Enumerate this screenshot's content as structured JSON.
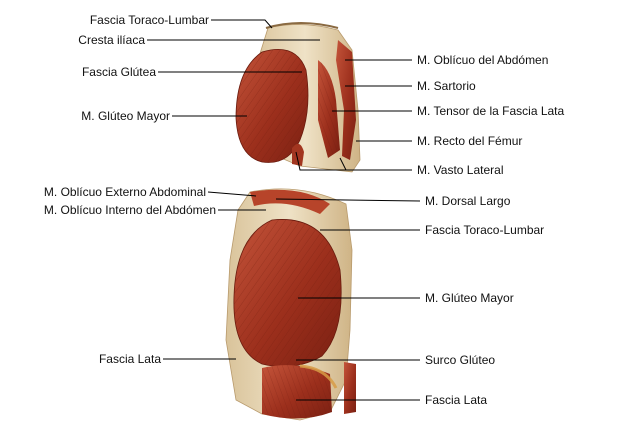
{
  "diagram": {
    "colors": {
      "muscle_dark": "#8e2a18",
      "muscle_mid": "#b7442a",
      "muscle_light": "#d2725a",
      "fascia": "#ead8b8",
      "fascia_shade": "#cdb48a",
      "leader_line": "#000000"
    },
    "top_labels": [
      {
        "text": "Fascia Toraco-Lumbar"
      },
      {
        "text": "Cresta ilíaca"
      },
      {
        "text": "Fascia Glútea"
      },
      {
        "text": "M. Glúteo Mayor"
      },
      {
        "text": "M. Oblícuo del Abdómen"
      },
      {
        "text": "M. Sartorio"
      },
      {
        "text": "M. Tensor de la Fascia Lata"
      },
      {
        "text": "M. Recto del Fémur"
      },
      {
        "text": "M. Vasto Lateral"
      }
    ],
    "bottom_labels": [
      {
        "text": "M. Oblícuo Externo Abdominal"
      },
      {
        "text": "M. Oblícuo Interno del Abdómen"
      },
      {
        "text": "Fascia Lata"
      },
      {
        "text": "M. Dorsal Largo"
      },
      {
        "text": "Fascia Toraco-Lumbar"
      },
      {
        "text": "M. Glúteo Mayor"
      },
      {
        "text": "Surco Glúteo"
      },
      {
        "text": "Fascia Lata"
      }
    ]
  }
}
